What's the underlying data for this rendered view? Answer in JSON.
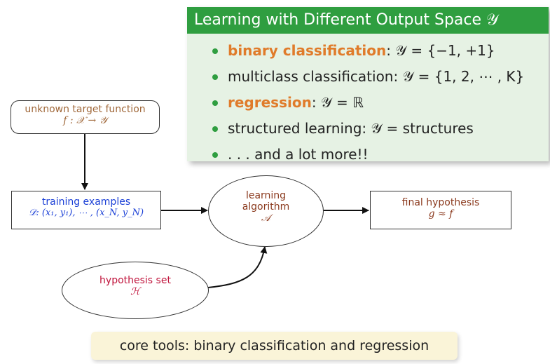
{
  "panel": {
    "title": "Learning with Different Output Space 𝒴",
    "bullets": [
      {
        "label": "binary classification",
        "rest": ": 𝒴 = {−1, +1}",
        "highlight": true
      },
      {
        "label": "multiclass classification",
        "rest": ": 𝒴 = {1, 2, ⋯ , K}",
        "highlight": false
      },
      {
        "label": "regression",
        "rest": ": 𝒴 = ℝ",
        "highlight": true
      },
      {
        "label": "structured learning",
        "rest": ": 𝒴 = structures",
        "highlight": false
      },
      {
        "label": ". . . and a lot more!!",
        "rest": "",
        "highlight": false
      }
    ]
  },
  "diagram": {
    "target": {
      "line1": "unknown target function",
      "line2": "f : 𝒳 → 𝒴"
    },
    "training": {
      "line1": "training examples",
      "line2": "𝒟: (x₁, y₁), ⋯ , (x_N, y_N)"
    },
    "algorithm": {
      "line1": "learning",
      "line2": "algorithm",
      "line3": "𝒜"
    },
    "hypothesis_set": {
      "line1": "hypothesis set",
      "line2": "ℋ"
    },
    "final": {
      "line1": "final hypothesis",
      "line2": "g ≈ f"
    }
  },
  "colors": {
    "header_green": "#2f9e40",
    "panel_bg": "#e6f2e4",
    "highlight_orange": "#e07b2a",
    "target_brown": "#a0683a",
    "training_blue": "#1a3fd6",
    "algorithm_brown": "#8b3a1e",
    "hypothesis_crimson": "#c0143c",
    "footer_bg": "#faf4d8"
  },
  "footer": {
    "text": "core tools: binary classification and regression"
  }
}
